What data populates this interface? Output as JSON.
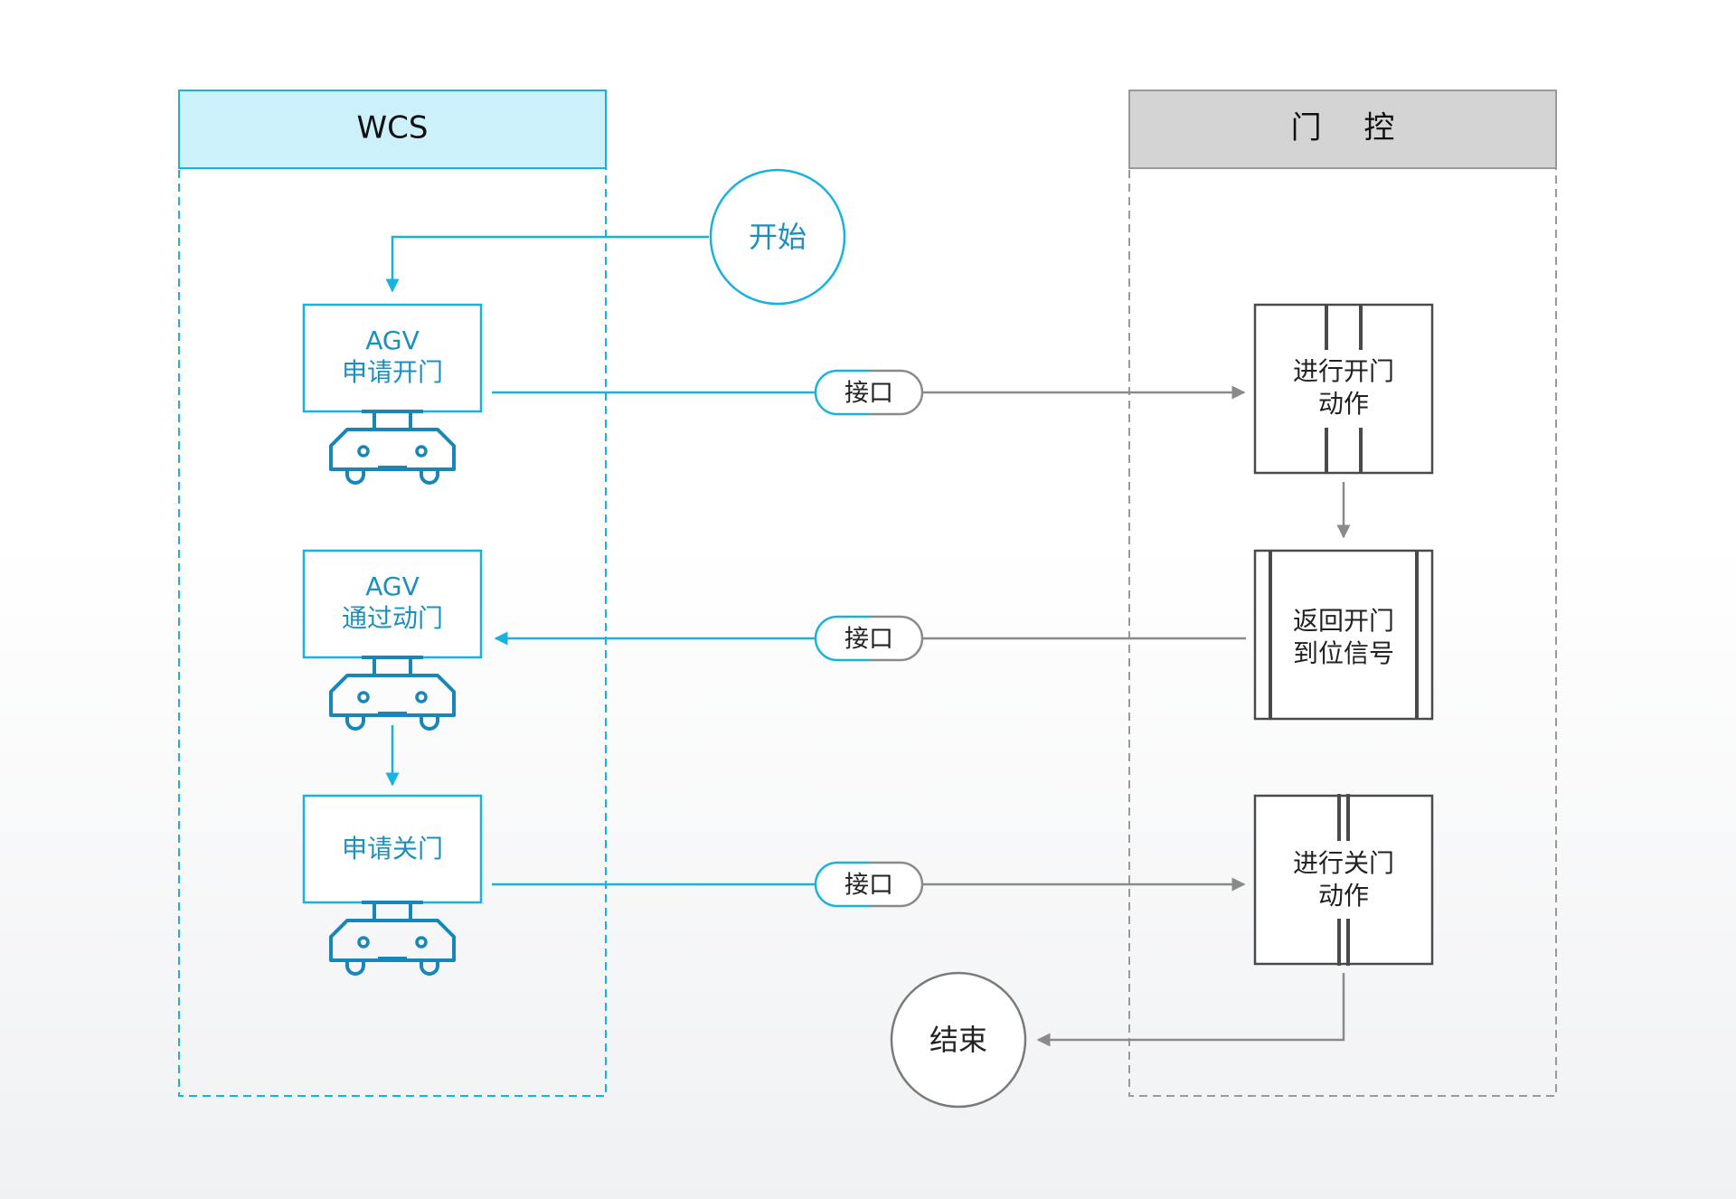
{
  "lanes": {
    "wcs": {
      "title": "WCS"
    },
    "door": {
      "title": "门 控"
    }
  },
  "start": {
    "label": "开始"
  },
  "end": {
    "label": "结束"
  },
  "wcs_steps": [
    {
      "line1": "AGV",
      "line2": "申请开门"
    },
    {
      "line1": "AGV",
      "line2": "通过动门"
    },
    {
      "line1": "申请关门",
      "line2": ""
    }
  ],
  "door_steps": [
    {
      "line1": "进行开门",
      "line2": "动作"
    },
    {
      "line1": "返回开门",
      "line2": "到位信号"
    },
    {
      "line1": "进行关门",
      "line2": "动作"
    }
  ],
  "interfaces": [
    {
      "label": "接口"
    },
    {
      "label": "接口"
    },
    {
      "label": "接口"
    }
  ],
  "colors": {
    "blue": "#17b3e0",
    "blue_text": "#1a90c0",
    "agv_icon": "#1687b8",
    "wcs_header_bg": "#cdf1fb",
    "door_header_bg": "#d4d4d4",
    "gray": "#8a8a8a",
    "dark_box": "#4a4a4a"
  },
  "icons": {
    "agv": "agv-robot-icon",
    "open_door": "opening-door-icon",
    "signal_door": "door-frame-icon",
    "close_door": "closing-door-icon"
  }
}
